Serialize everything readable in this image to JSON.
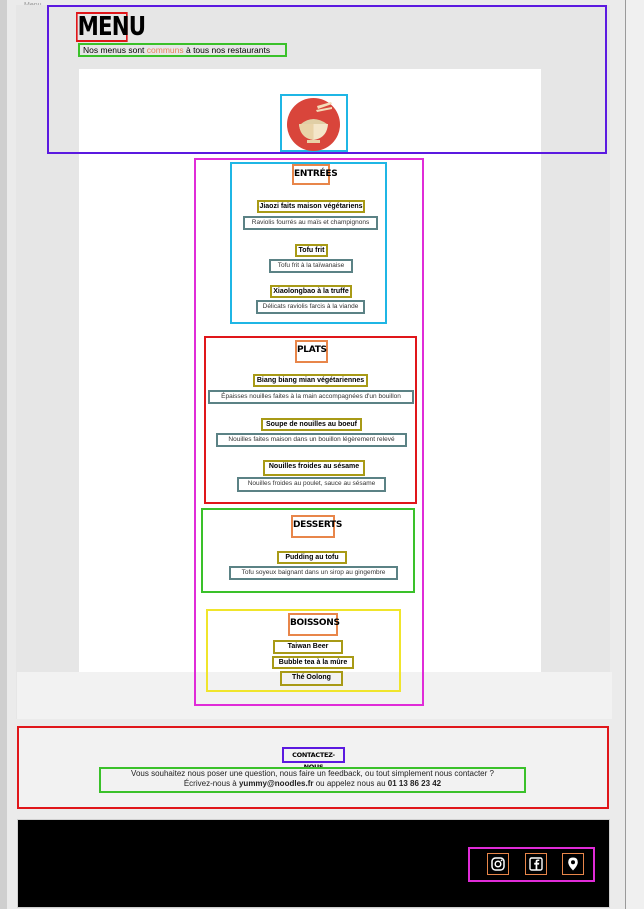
{
  "page_label": "Menu",
  "header": {
    "title": "MENU",
    "subtitle_before": "Nos menus sont ",
    "subtitle_accent": "communs",
    "subtitle_after": " à tous nos restaurants"
  },
  "logo": {
    "icon": "noodle-bowl-icon"
  },
  "sections": {
    "entrees": {
      "title": "ENTRÉES",
      "items": [
        {
          "name": "Jiaozi faits maison végétariens",
          "desc": "Raviolis fourrés au maïs et champignons"
        },
        {
          "name": "Tofu frit",
          "desc": "Tofu frit à la taïwanaise"
        },
        {
          "name": "Xiaolongbao à la truffe",
          "desc": "Délicats raviolis farcis à la viande"
        }
      ]
    },
    "plats": {
      "title": "PLATS",
      "items": [
        {
          "name": "Biang biang mian végétariennes",
          "desc": "Épaisses nouilles faites à la main accompagnées d'un bouillon"
        },
        {
          "name": "Soupe de nouilles au boeuf",
          "desc": "Nouilles faites maison dans un bouillon légèrement relevé"
        },
        {
          "name": "Nouilles froides au sésame",
          "desc": "Nouilles froides au poulet, sauce au sésame"
        }
      ]
    },
    "desserts": {
      "title": "DESSERTS",
      "items": [
        {
          "name": "Pudding au tofu",
          "desc": "Tofu soyeux baignant dans un sirop au gingembre"
        }
      ]
    },
    "boissons": {
      "title": "BOISSONS",
      "items": [
        {
          "name": "Taiwan Beer"
        },
        {
          "name": "Bubble tea à la mûre"
        },
        {
          "name": "Thé Oolong"
        }
      ]
    }
  },
  "contact": {
    "title": "CONTACTEZ-NOUS",
    "line1": "Vous souhaitez nous poser une question, nous faire un feedback, ou tout simplement nous contacter ?",
    "line2_before": "Écrivez-nous à ",
    "email": "yummy@noodles.fr",
    "line2_middle": " ou appelez nous au ",
    "phone": "01 13 86 23 42"
  },
  "footer": {
    "icons": [
      "instagram-icon",
      "facebook-icon",
      "location-pin-icon"
    ],
    "colors": {
      "background": "#000000",
      "icon_border": "#e8864a"
    }
  }
}
